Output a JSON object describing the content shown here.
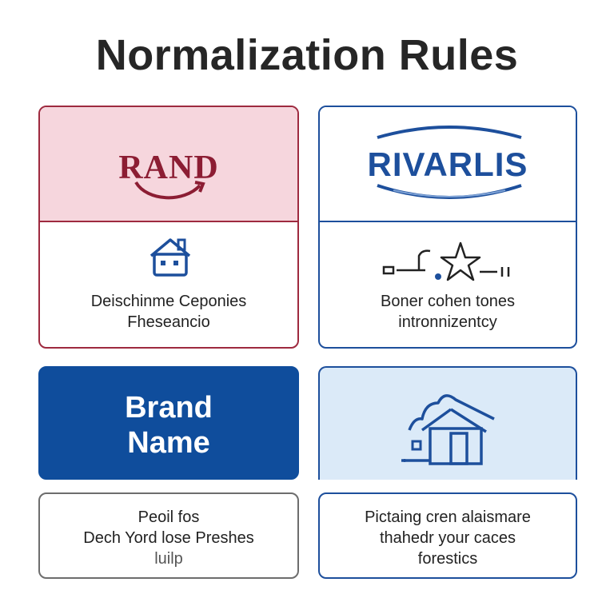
{
  "page": {
    "title": "Normalization Rules"
  },
  "cards": {
    "rand": {
      "logo_text": "RAND",
      "caption_line1": "Deischinme Ceponies",
      "caption_line2": "Fheseancio"
    },
    "rivarlis": {
      "logo_text": "RIVARLIS",
      "caption_line1": "Boner cohen tones",
      "caption_line2": "intronnizentcy"
    },
    "brand": {
      "line1": "Brand",
      "line2": "Name"
    },
    "house": {},
    "bottom_left": {
      "line1": "Peoil fos",
      "line2": "Dech Yord lose Preshes",
      "line3": "luilp"
    },
    "bottom_right": {
      "line1": "Pictaing cren alaismare",
      "line2": "thahedr your caces",
      "line3": "forestics"
    }
  },
  "colors": {
    "accent_red": "#9e2a3f",
    "accent_blue": "#1d4f9c",
    "brand_blue": "#0f4d9c",
    "pink_fill": "#f6d6dd",
    "light_blue_fill": "#dbeaf8"
  },
  "icons": [
    "house-icon",
    "star-connector-icon",
    "house-sketch-icon",
    "swoosh-arrow-icon"
  ]
}
